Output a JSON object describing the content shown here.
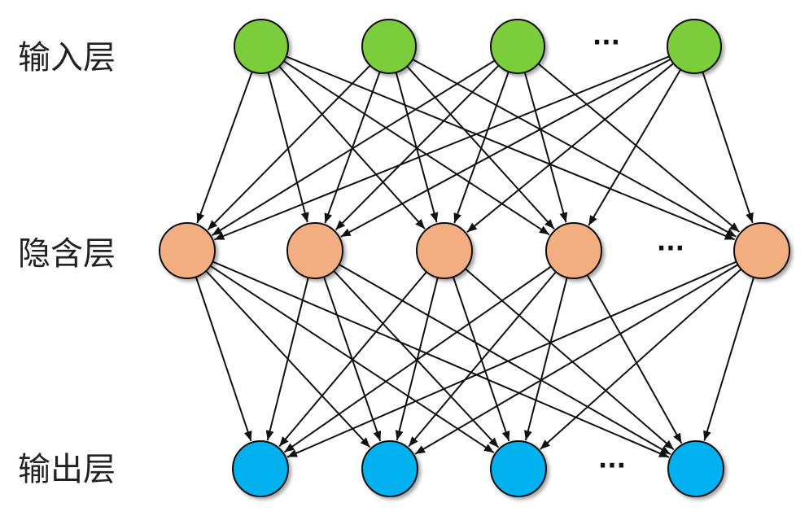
{
  "layers": [
    {
      "name": "input",
      "label": "输入层",
      "node_count": 4,
      "ellipsis": "···",
      "ellipsis_after_index": 2,
      "color": "#7ccd3a"
    },
    {
      "name": "hidden",
      "label": "隐含层",
      "node_count": 5,
      "ellipsis": "···",
      "ellipsis_after_index": 3,
      "color": "#f2ae80"
    },
    {
      "name": "output",
      "label": "输出层",
      "node_count": 4,
      "ellipsis": "···",
      "ellipsis_after_index": 2,
      "color": "#00b0ef"
    }
  ],
  "connectivity": "fully-connected",
  "edge_color": "#111111",
  "node_outline_color": "#111111"
}
